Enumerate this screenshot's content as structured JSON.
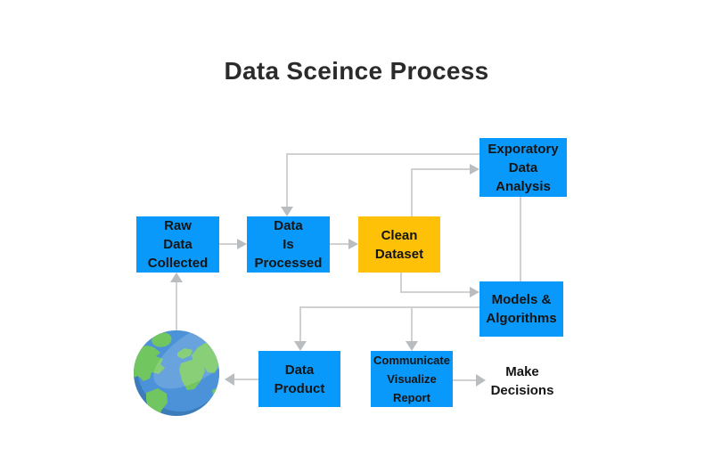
{
  "title": "Data Sceince Process",
  "diagram": {
    "nodes": [
      {
        "id": "raw-data-collected",
        "label": "Raw\nData\nCollected",
        "variant": "blue"
      },
      {
        "id": "data-is-processed",
        "label": "Data\nIs\nProcessed",
        "variant": "blue"
      },
      {
        "id": "clean-dataset",
        "label": "Clean\nDataset",
        "variant": "yellow"
      },
      {
        "id": "exploratory-data-analysis",
        "label": "Exporatory\nData\nAnalysis",
        "variant": "blue"
      },
      {
        "id": "models-algorithms",
        "label": "Models &\nAlgorithms",
        "variant": "blue"
      },
      {
        "id": "data-product",
        "label": "Data\nProduct",
        "variant": "blue"
      },
      {
        "id": "communicate-visualize-report",
        "label": "Communicate\nVisualize\nReport",
        "variant": "blue"
      }
    ],
    "end_label": "Make\nDecisions",
    "edges": [
      {
        "from": "raw-data-collected",
        "to": "data-is-processed"
      },
      {
        "from": "data-is-processed",
        "to": "clean-dataset"
      },
      {
        "from": "exploratory-data-analysis",
        "to": "data-is-processed"
      },
      {
        "from": "clean-dataset",
        "to": "exploratory-data-analysis"
      },
      {
        "from": "exploratory-data-analysis",
        "to": "models-algorithms"
      },
      {
        "from": "clean-dataset",
        "to": "models-algorithms"
      },
      {
        "from": "models-algorithms",
        "to": "data-product"
      },
      {
        "from": "models-algorithms",
        "to": "communicate-visualize-report"
      },
      {
        "from": "earth-globe",
        "to": "raw-data-collected"
      },
      {
        "from": "data-product",
        "to": "earth-globe"
      },
      {
        "from": "communicate-visualize-report",
        "to": "make-decisions"
      }
    ],
    "colors": {
      "node_blue": "#0999FA",
      "node_yellow": "#FEC107",
      "connector": "#D1D1D1",
      "arrowhead": "#BABDBF",
      "node_text": "#141414",
      "title_text": "#2B2B2B",
      "globe_ocean": "#4C92D8",
      "globe_land": "#72C65F"
    }
  }
}
